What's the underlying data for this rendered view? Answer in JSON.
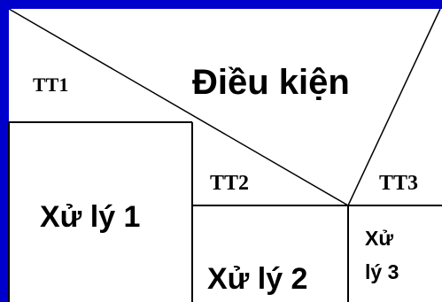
{
  "diagram": {
    "condition": "Điều kiện",
    "branches": [
      {
        "label": "TT1",
        "action": "Xử lý 1"
      },
      {
        "label": "TT2",
        "action": "Xử lý 2"
      },
      {
        "label": "TT3",
        "action_line1": "Xử",
        "action_line2": "lý 3"
      }
    ]
  },
  "colors": {
    "border": "#0000cc",
    "background": "#ffffff",
    "lines": "#000000"
  }
}
